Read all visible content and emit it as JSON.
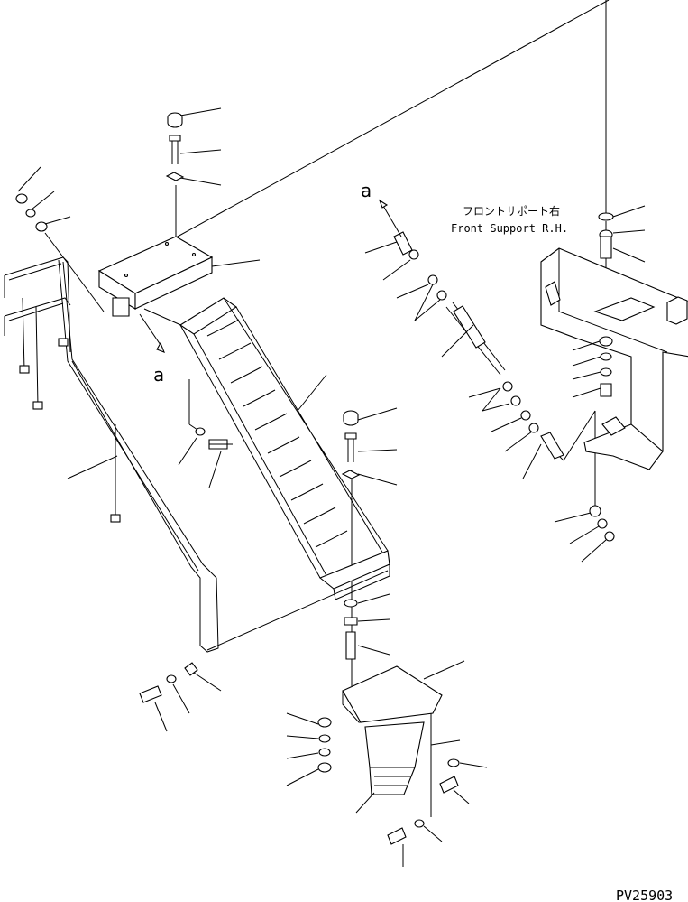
{
  "diagram": {
    "label_front_support_jp": "フロントサポート右",
    "label_front_support_en": "Front Support R.H.",
    "ref_a_upper": "a",
    "ref_a_lower": "a",
    "drawing_code": "PV25903"
  }
}
